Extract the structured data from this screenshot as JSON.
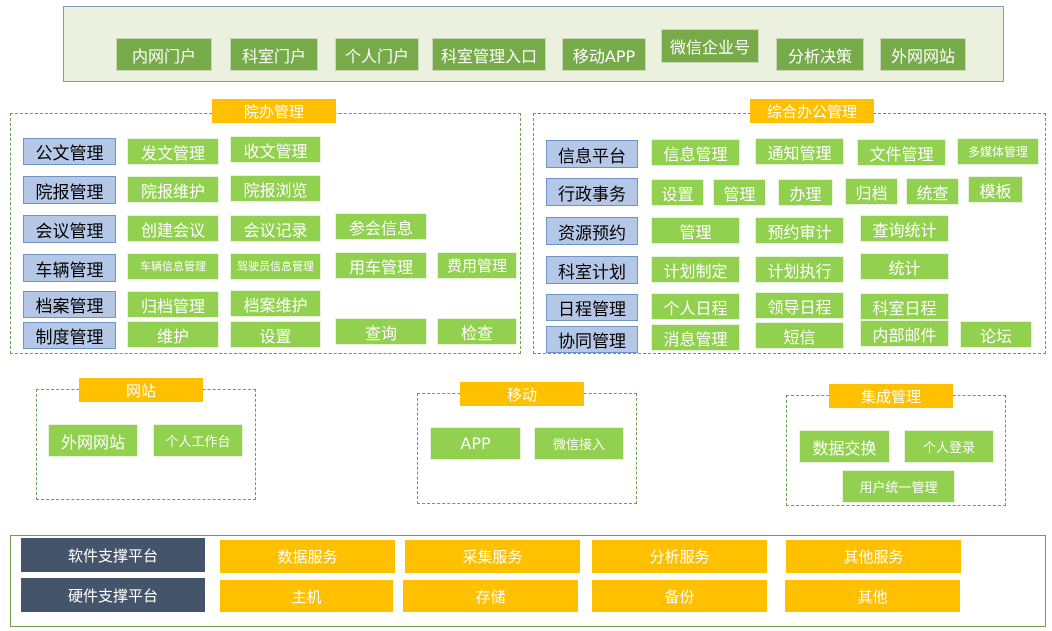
{
  "top_nav": [
    "内网门户",
    "科室门户",
    "个人门户",
    "科室管理入口",
    "移动APP",
    "微信企业号",
    "分析决策",
    "外网网站"
  ],
  "yuanban": {
    "title": "院办管理",
    "rows": [
      {
        "category": "公文管理",
        "items": [
          "发文管理",
          "收文管理"
        ]
      },
      {
        "category": "院报管理",
        "items": [
          "院报维护",
          "院报浏览"
        ]
      },
      {
        "category": "会议管理",
        "items": [
          "创建会议",
          "会议记录",
          "参会信息"
        ]
      },
      {
        "category": "车辆管理",
        "items": [
          "车辆信息管理",
          "驾驶员信息管理",
          "用车管理",
          "费用管理"
        ]
      },
      {
        "category": "档案管理",
        "items": [
          "归档管理",
          "档案维护"
        ]
      },
      {
        "category": "制度管理",
        "items": [
          "维护",
          "设置",
          "查询",
          "检查"
        ]
      }
    ]
  },
  "zonghe": {
    "title": "综合办公管理",
    "rows": [
      {
        "category": "信息平台",
        "items": [
          "信息管理",
          "通知管理",
          "文件管理",
          "多媒体管理"
        ]
      },
      {
        "category": "行政事务",
        "items": [
          "设置",
          "管理",
          "办理",
          "归档",
          "统查",
          "模板"
        ]
      },
      {
        "category": "资源预约",
        "items": [
          "管理",
          "预约审计",
          "查询统计"
        ]
      },
      {
        "category": "科室计划",
        "items": [
          "计划制定",
          "计划执行",
          "统计"
        ]
      },
      {
        "category": "日程管理",
        "items": [
          "个人日程",
          "领导日程",
          "科室日程"
        ]
      },
      {
        "category": "协同管理",
        "items": [
          "消息管理",
          "短信",
          "内部邮件",
          "论坛"
        ]
      }
    ]
  },
  "website": {
    "title": "网站",
    "items": [
      "外网网站",
      "个人工作台"
    ]
  },
  "mobile": {
    "title": "移动",
    "items": [
      "APP",
      "微信接入"
    ]
  },
  "integration": {
    "title": "集成管理",
    "items": [
      "数据交换",
      "个人登录",
      "用户统一管理"
    ]
  },
  "platform": {
    "software": {
      "label": "软件支撑平台",
      "items": [
        "数据服务",
        "采集服务",
        "分析服务",
        "其他服务"
      ]
    },
    "hardware": {
      "label": "硬件支撑平台",
      "items": [
        "主机",
        "存储",
        "备份",
        "其他"
      ]
    }
  }
}
